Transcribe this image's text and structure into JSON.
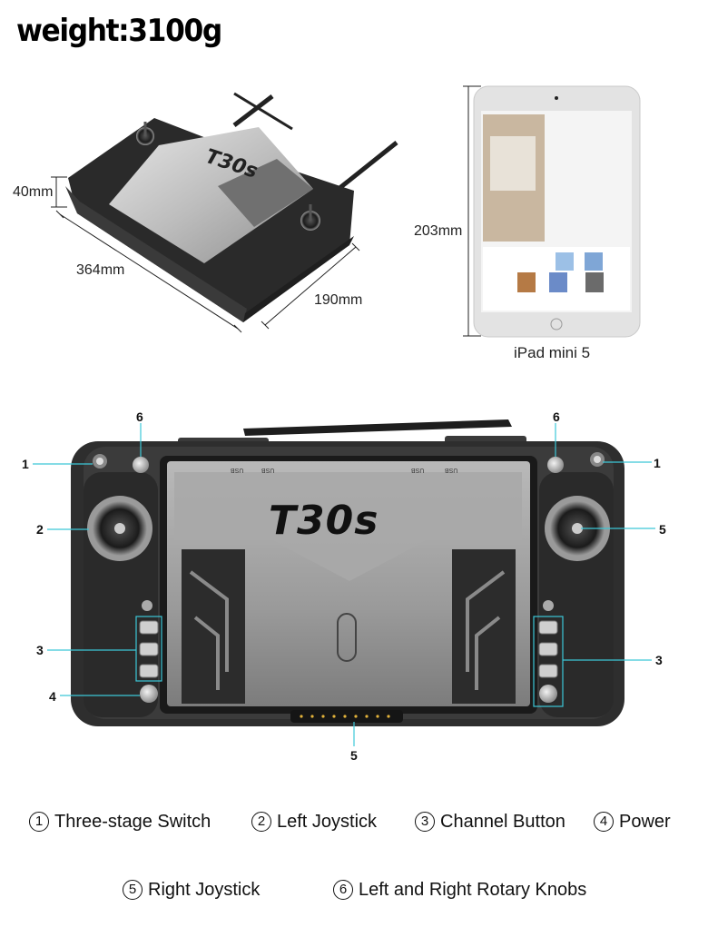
{
  "header": {
    "weight": "weight:3100g"
  },
  "top_view": {
    "height_dim": "40mm",
    "length_dim": "364mm",
    "width_dim": "190mm",
    "ipad_height_dim": "203mm",
    "ipad_caption": "iPad mini 5",
    "device_logo": "T30s"
  },
  "front_view": {
    "logo": "T30s",
    "usb_ports": [
      "USB",
      "USB",
      "USB",
      "USB"
    ],
    "callouts": {
      "left_knob": "6",
      "right_knob": "6",
      "left_switch": "1",
      "right_switch": "1",
      "left_joystick": "2",
      "right_joystick": "5",
      "left_buttons": "3",
      "right_buttons": "3",
      "power": "4",
      "bottom": "5"
    }
  },
  "legend": [
    {
      "num": "1",
      "label": "Three-stage Switch"
    },
    {
      "num": "2",
      "label": "Left Joystick"
    },
    {
      "num": "3",
      "label": "Channel Button"
    },
    {
      "num": "4",
      "label": "Power"
    },
    {
      "num": "5",
      "label": "Right Joystick"
    },
    {
      "num": "6",
      "label": "Left and Right Rotary Knobs"
    }
  ],
  "colors": {
    "callout_line": "#3cc8d8",
    "body_dark": "#2b2b2b",
    "panel_silver": "#a9a9a9"
  }
}
